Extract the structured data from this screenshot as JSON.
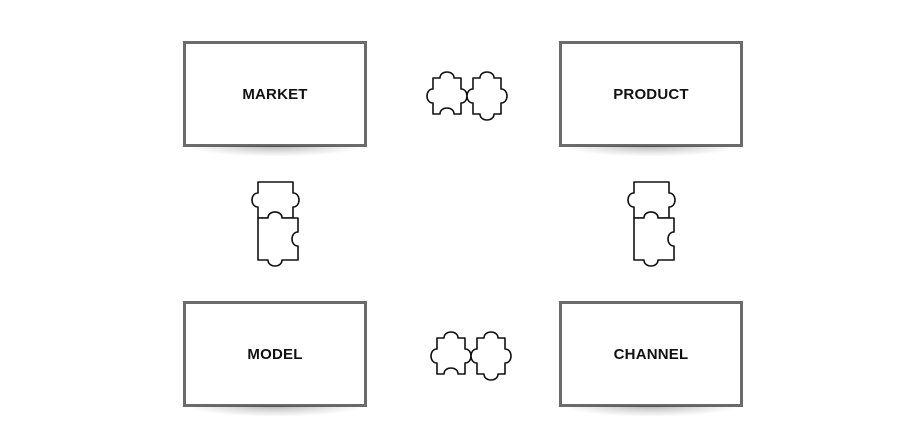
{
  "boxes": {
    "market": "MARKET",
    "product": "PRODUCT",
    "model": "MODEL",
    "channel": "CHANNEL"
  },
  "connectors": {
    "icon": "puzzle-pieces-icon",
    "color": "#111111"
  },
  "colors": {
    "box_border": "#6b6b6b",
    "background": "#ffffff"
  }
}
